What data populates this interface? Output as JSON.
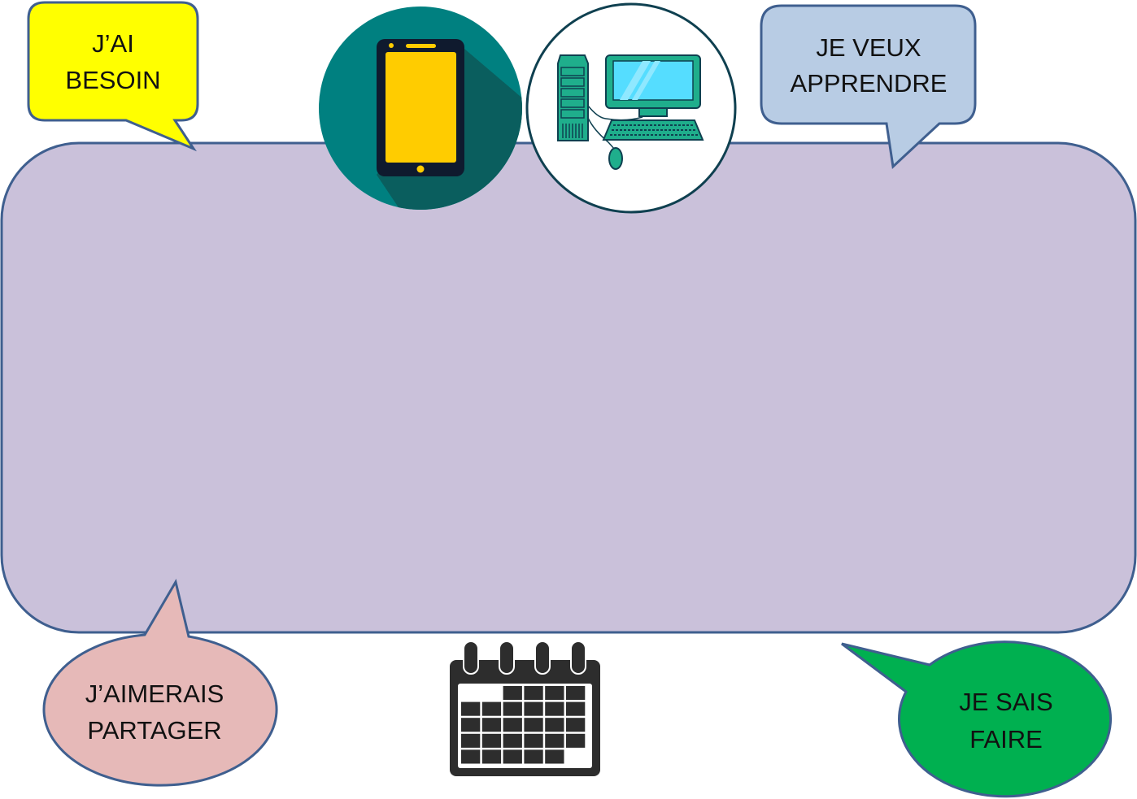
{
  "bubbles": {
    "need": {
      "line1": "J’AI",
      "line2": "BESOIN",
      "color": "#FFFF00"
    },
    "learn": {
      "line1": "JE VEUX",
      "line2": "APPRENDRE",
      "color": "#B8CCE4"
    },
    "share": {
      "line1": "J’AIMERAIS",
      "line2": "PARTAGER",
      "color": "#E6B9B8"
    },
    "know": {
      "line1": "JE SAIS",
      "line2": "FAIRE",
      "color": "#00B050"
    }
  },
  "colors": {
    "board_fill": "#CAC1DA",
    "outline": "#3F5F8F",
    "phone_circle": "#008080",
    "phone_screen": "#FFCC00",
    "computer_green": "#1FAE8C",
    "computer_screen": "#55DDFF",
    "calendar": "#2D2D2D"
  },
  "icons": [
    "smartphone-icon",
    "desktop-computer-icon",
    "calendar-icon"
  ]
}
